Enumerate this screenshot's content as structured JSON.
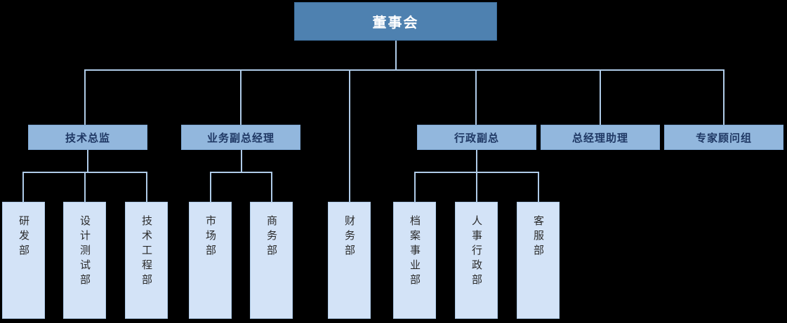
{
  "chart_title": "",
  "colors": {
    "background": "#000000",
    "level1_fill": "#4E81B0",
    "level1_text": "#FFFFFF",
    "level2_fill": "#92B7DD",
    "level2_text": "#1F3864",
    "level3_fill": "#D3E3F7",
    "level3_text": "#2A2A2A",
    "connector": "#AFCBE8"
  },
  "nodes": {
    "root": {
      "label": "董事会"
    },
    "level2": [
      {
        "label": "技术总监"
      },
      {
        "label": "业务副总经理"
      },
      {
        "label": "行政副总"
      },
      {
        "label": "总经理助理"
      },
      {
        "label": "专家顾问组"
      }
    ],
    "level3": [
      {
        "label": "研发部",
        "parent": "技术总监"
      },
      {
        "label": "设计测试部",
        "parent": "技术总监"
      },
      {
        "label": "技术工程部",
        "parent": "技术总监"
      },
      {
        "label": "市场部",
        "parent": "业务副总经理"
      },
      {
        "label": "商务部",
        "parent": "业务副总经理"
      },
      {
        "label": "财务部",
        "parent": "董事会"
      },
      {
        "label": "档案事业部",
        "parent": "行政副总"
      },
      {
        "label": "人事行政部",
        "parent": "行政副总"
      },
      {
        "label": "客服部",
        "parent": "行政副总"
      }
    ]
  }
}
